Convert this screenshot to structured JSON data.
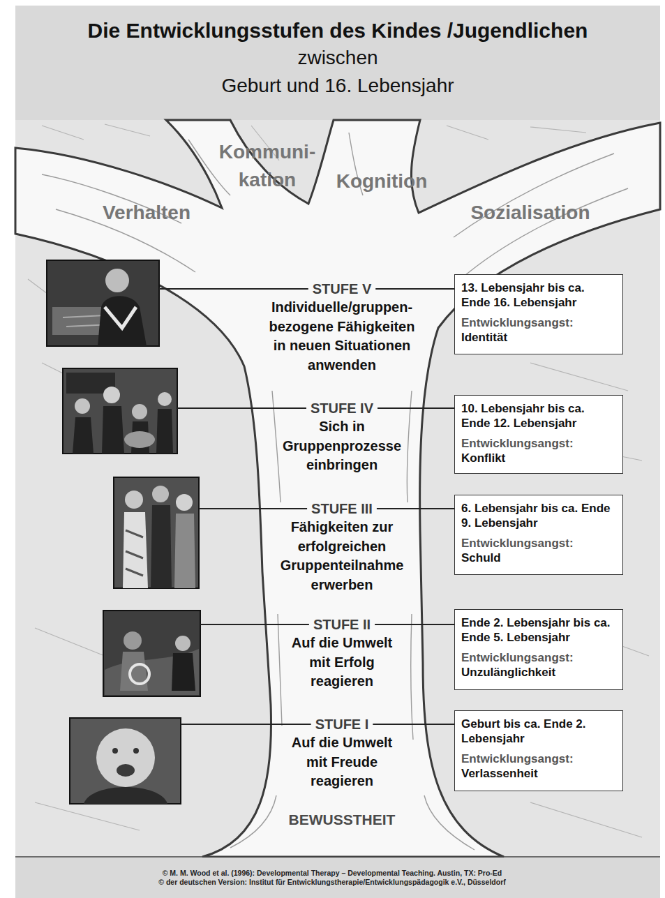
{
  "diagram": {
    "title": "Die Entwicklungsstufen des Kindes /Jugendlichen",
    "nodes": [
      {
        "text": [
          "STUFE V",
          "Individuelle/gruppen- bezogene Fähigkeiten in neuen Situationen anwenden"
        ]
      },
      {
        "text": [
          "13. Lebensjahr bis ca. Ende 16. Lebensjahr",
          "Entwicklungsangst:",
          "Identität"
        ]
      },
      {
        "text": [
          "STUFE IV",
          "Sich in Gruppenprozesse einbringen"
        ]
      },
      {
        "text": [
          "10. Lebensjahr bis ca. Ende 12. Lebensjahr",
          "Entwicklungsangst:",
          "Konflikt"
        ]
      },
      {
        "text": [
          "STUFE III",
          "Fähigkeiten zur erfolgreichen Gruppenteilnahme erwerben"
        ]
      },
      {
        "text": [
          "6. Lebensjahr bis ca. Ende 9. Lebensjahr",
          "Entwicklungsangst:",
          "Schuld"
        ]
      },
      {
        "text": [
          "STUFE II",
          "Auf die Umwelt mit Erfolg reagieren"
        ]
      },
      {
        "text": [
          "Ende 2. Lebensjahr bis ca. Ende 5. Lebensjahr",
          "Entwicklungsangst:",
          "Unzulänglichkeit"
        ]
      },
      {
        "text": [
          "STUFE I",
          "Auf die Umwelt mit Freude reagieren"
        ]
      },
      {
        "text": [
          "Geburt bis ca. Ende 2. Lebensjahr",
          "Entwicklungsangst:",
          "Verlassenheit"
        ]
      }
    ],
    "edges": [
      {
        "from": 0,
        "to": 1,
        "arrow": "none"
      },
      {
        "from": 2,
        "to": 3,
        "arrow": "none"
      },
      {
        "from": 4,
        "to": 5,
        "arrow": "none"
      },
      {
        "from": 6,
        "to": 7,
        "arrow": "none"
      },
      {
        "from": 8,
        "to": 9,
        "arrow": "none"
      }
    ],
    "labels": [
      "zwischen",
      "Geburt und 16. Lebensjahr",
      "Verhalten",
      "Kommuni- kation",
      "Kognition",
      "Sozialisation",
      "BEWUSSTHEIT",
      "© M. M. Wood et al. (1996): Developmental Therapy – Developmental Teaching. Austin, TX: Pro-Ed",
      "© der deutschen Version: Institut für Entwicklungstherapie/Entwicklungspädagogik e.V., Düsseldorf"
    ]
  }
}
